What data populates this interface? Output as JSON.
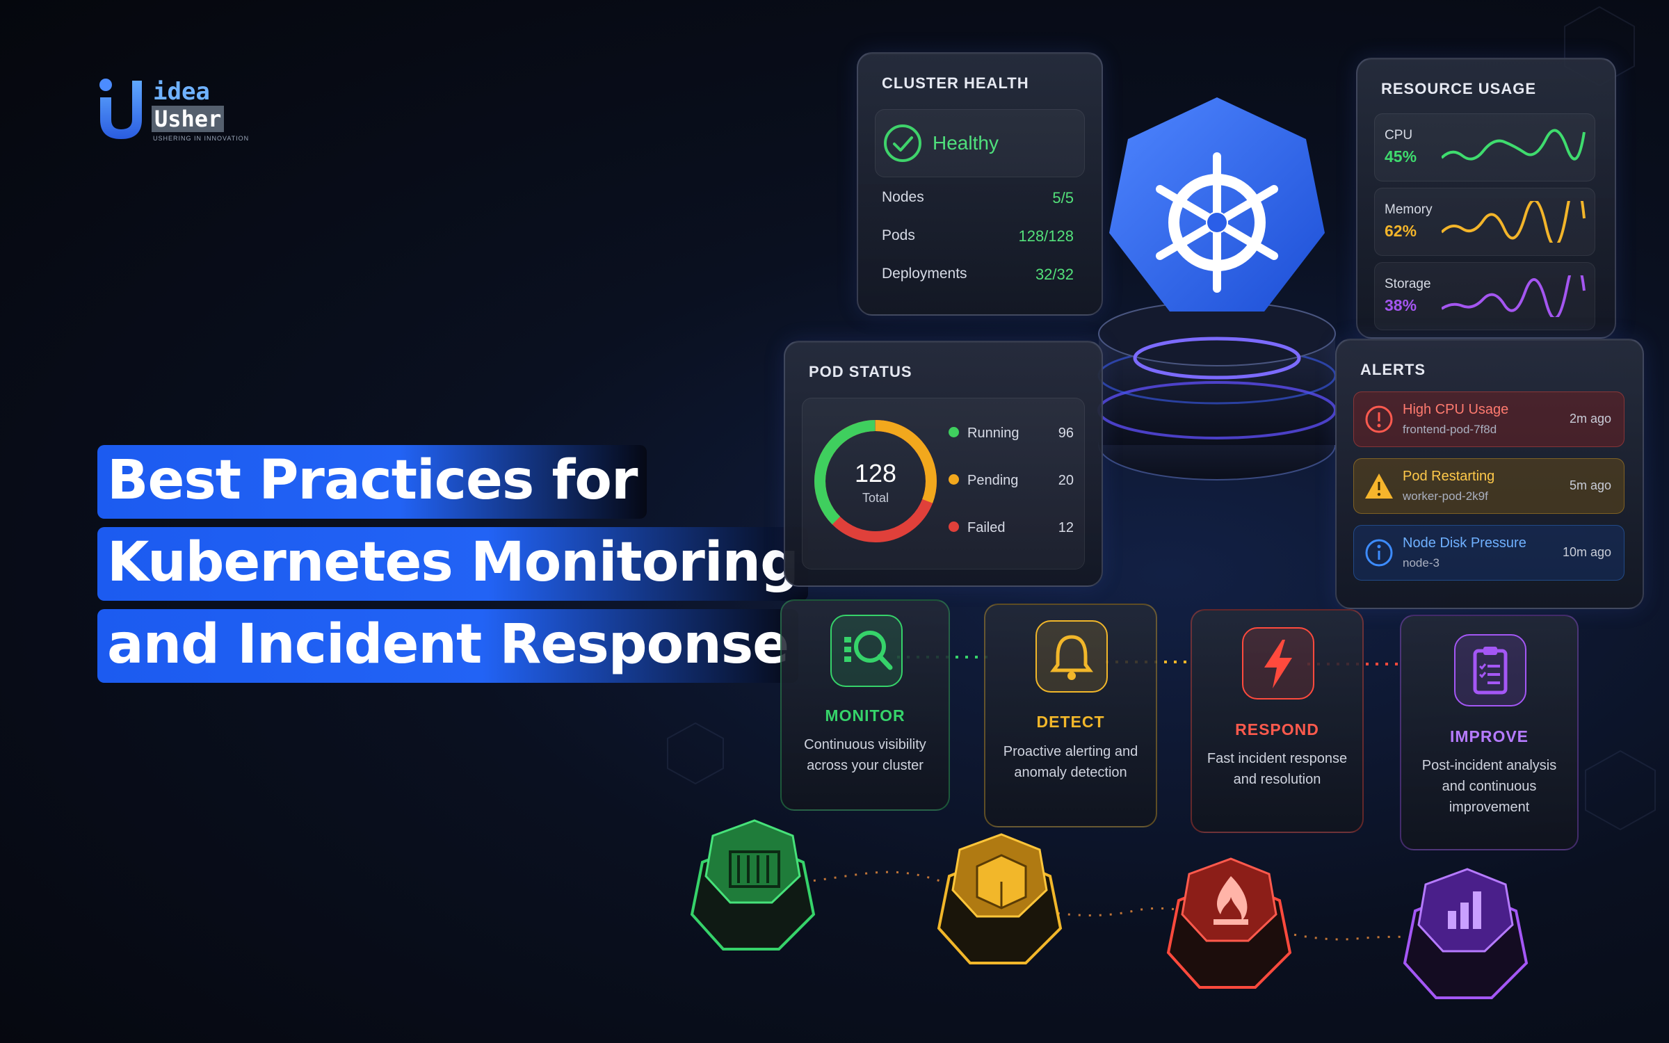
{
  "brand": {
    "name_top": "idea",
    "name_bottom": "Usher",
    "tagline": "USHERING IN INNOVATION"
  },
  "headline": {
    "line1": "Best Practices for",
    "line2": "Kubernetes Monitoring",
    "line3": "and Incident Response"
  },
  "cluster_health": {
    "title": "CLUSTER HEALTH",
    "status": "Healthy",
    "rows": [
      {
        "label": "Nodes",
        "value": "5/5"
      },
      {
        "label": "Pods",
        "value": "128/128"
      },
      {
        "label": "Deployments",
        "value": "32/32"
      }
    ]
  },
  "resource_usage": {
    "title": "RESOURCE USAGE",
    "items": [
      {
        "label": "CPU",
        "value": "45%",
        "color": "#3fdc6e"
      },
      {
        "label": "Memory",
        "value": "62%",
        "color": "#f3b52a"
      },
      {
        "label": "Storage",
        "value": "38%",
        "color": "#a456f0"
      }
    ]
  },
  "pod_status": {
    "title": "POD STATUS",
    "total": "128",
    "total_label": "Total",
    "items": [
      {
        "label": "Running",
        "value": "96",
        "color": "#3fcf5e"
      },
      {
        "label": "Pending",
        "value": "20",
        "color": "#f2a81d"
      },
      {
        "label": "Failed",
        "value": "12",
        "color": "#e0403a"
      }
    ]
  },
  "alerts": {
    "title": "ALERTS",
    "items": [
      {
        "title": "High CPU Usage",
        "sub": "frontend-pod-7f8d",
        "time": "2m ago",
        "color": "#ff5a4f"
      },
      {
        "title": "Pod Restarting",
        "sub": "worker-pod-2k9f",
        "time": "5m ago",
        "color": "#f6b52c"
      },
      {
        "title": "Node Disk Pressure",
        "sub": "node-3",
        "time": "10m ago",
        "color": "#3d8cff"
      }
    ]
  },
  "steps": [
    {
      "title": "MONITOR",
      "desc": "Continuous visibility across your cluster",
      "color": "#36d36a",
      "icon": "magnifier-icon"
    },
    {
      "title": "DETECT",
      "desc": "Proactive alerting and anomaly detection",
      "color": "#f2b72a",
      "icon": "bell-icon"
    },
    {
      "title": "RESPOND",
      "desc": "Fast incident response and resolution",
      "color": "#ff4a3d",
      "icon": "lightning-icon"
    },
    {
      "title": "IMPROVE",
      "desc": "Post-incident analysis and continuous improvement",
      "color": "#a457f5",
      "icon": "clipboard-icon"
    }
  ]
}
